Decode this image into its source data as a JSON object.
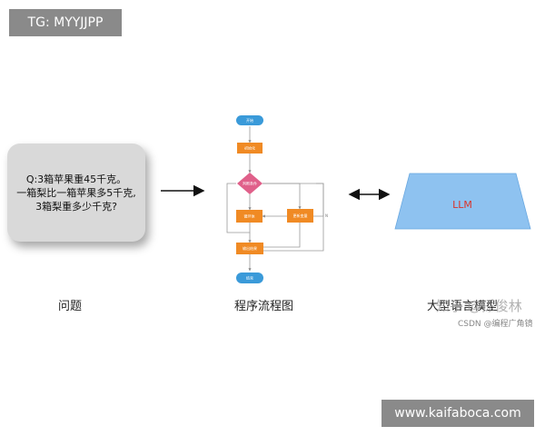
{
  "badges": {
    "tg": "TG: MYYJJPP",
    "site": "www.kaifaboca.com"
  },
  "question": {
    "lines": [
      "Q:3箱苹果重45千克。",
      "一箱梨比一箱苹果多5千克,",
      "3箱梨重多少千克?"
    ]
  },
  "flowchart": {
    "start": "开始",
    "init": "初始化",
    "condition": "判断条件",
    "process": "循环体",
    "update": "更新变量",
    "output": "输出结果",
    "end": "结束",
    "branch_label": "N"
  },
  "llm": {
    "label": "LLM"
  },
  "captions": {
    "problem": "问题",
    "flowchart": "程序流程图",
    "llm": "大型语言模型"
  },
  "watermarks": {
    "zhihu": "知乎 @孫俊林",
    "csdn": "CSDN @编程广角镜"
  },
  "colors": {
    "flow_blue": "#3a9ad9",
    "flow_orange": "#f08a24",
    "flow_pink": "#e0608a",
    "llm_fill": "#8ec2f0",
    "badge_gray": "#8a8a8a"
  }
}
